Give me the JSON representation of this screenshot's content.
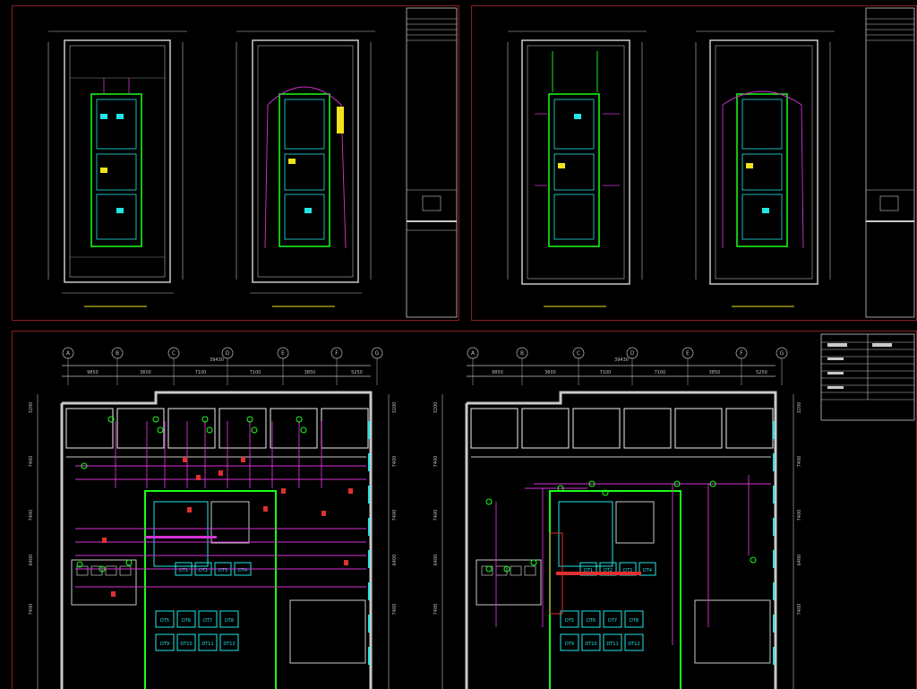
{
  "colors": {
    "wall": "#c9c9c9",
    "dim": "#bfbfbf",
    "core": "#19ff19",
    "cyan": "#22e6e6",
    "magenta": "#d633d6",
    "red": "#e03030",
    "yellow": "#f2e21a",
    "frame": "#8a1c1c"
  },
  "large_plan": {
    "dims_top": [
      "9850",
      "3600",
      "7100",
      "7100",
      "3850",
      "5250"
    ],
    "dim_total": "39430",
    "column_axes": [
      "A",
      "B",
      "C",
      "D",
      "E",
      "F",
      "G"
    ],
    "left_dims": [
      "3200",
      "7400",
      "7400",
      "6400",
      "7400"
    ],
    "right_dims": [
      "3200",
      "7400",
      "7400",
      "6400",
      "7400"
    ],
    "elevator_labels": [
      "DT1",
      "DT2",
      "DT3",
      "DT4"
    ],
    "lower_elevator_labels": [
      "DT5",
      "DT6",
      "DT7",
      "DT8",
      "DT9",
      "DT10",
      "DT11",
      "DT12"
    ]
  }
}
